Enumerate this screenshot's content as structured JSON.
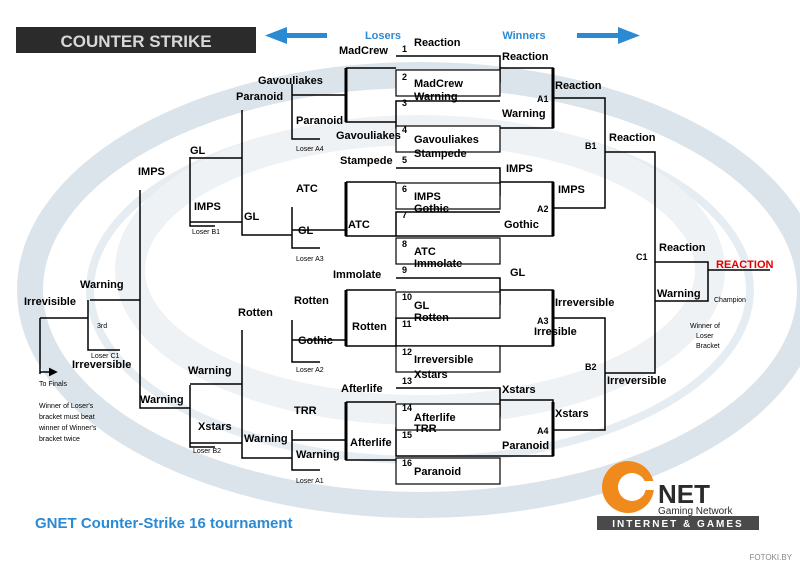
{
  "header": {
    "logo_text": "COUNTER STRIKE",
    "losers": "Losers",
    "winners": "Winners"
  },
  "colors": {
    "accent": "#2a8ad4",
    "champion": "#e00000",
    "gnet_orange": "#f08a1c",
    "logo_bg": "#2b2b2b"
  },
  "matches": {
    "m1": {
      "num": "1",
      "team": "Reaction"
    },
    "m2": {
      "num": "2",
      "team": "MadCrew"
    },
    "m3": {
      "num": "3",
      "team": "Warning"
    },
    "m4": {
      "num": "4",
      "team": "Gavouliakes"
    },
    "m5": {
      "num": "5",
      "team": "Stampede"
    },
    "m6": {
      "num": "6",
      "team": "IMPS"
    },
    "m7": {
      "num": "7",
      "team": "Gothic"
    },
    "m8": {
      "num": "8",
      "team": "ATC"
    },
    "m9": {
      "num": "9",
      "team": "Immolate"
    },
    "m10": {
      "num": "10",
      "team": "GL"
    },
    "m11": {
      "num": "11",
      "team": "Rotten"
    },
    "m12": {
      "num": "12",
      "team": "Irreversible"
    },
    "m13": {
      "num": "13",
      "team": "Xstars"
    },
    "m14": {
      "num": "14",
      "team": "Afterlife"
    },
    "m15": {
      "num": "15",
      "team": "TRR"
    },
    "m16": {
      "num": "16",
      "team": "Paranoid"
    }
  },
  "winners": {
    "r1": [
      "Reaction",
      "Warning",
      "IMPS",
      "Gothic",
      "GL",
      "Irresible",
      "Xstars",
      "Paranoid"
    ],
    "a_labels": [
      "A1",
      "A2",
      "A3",
      "A4"
    ],
    "r2": [
      "Reaction",
      "IMPS",
      "Irreversible",
      "Xstars"
    ],
    "b_labels": [
      "B1",
      "B2"
    ],
    "r3": [
      "Reaction",
      "Irreversible"
    ],
    "c_label": "C1",
    "final_top": "Reaction",
    "final_bottom": "Warning",
    "champion_name": "REACTION",
    "champion_label": "Champion",
    "winner_of_loser": "Winner of Loser Bracket"
  },
  "losers": {
    "r1_top": [
      "MadCrew",
      "Gavouliakes",
      "Stampede",
      "ATC",
      "Immolate",
      "Rotten",
      "Afterlife",
      "TRR"
    ],
    "r1_win": [
      "Paranoid",
      "GL",
      "Gothic",
      "Warning"
    ],
    "loser_a": [
      "Loser A4",
      "Loser A3",
      "Loser A2",
      "Loser A1"
    ],
    "r2_top": [
      "Gavouliakes",
      "ATC",
      "Rotten",
      "Afterlife"
    ],
    "r2_win": [
      "Paranoid",
      "GL",
      "Rotten",
      "Warning"
    ],
    "r3_top": [
      "GL",
      "Warning"
    ],
    "r3_win": [
      "IMPS",
      "Xstars"
    ],
    "loser_b": [
      "Loser B1",
      "Loser B2"
    ],
    "r4": [
      "IMPS",
      "Warning"
    ],
    "r5": "Warning",
    "loser_c": "Loser C1",
    "third": "3rd",
    "final_top": "Irrevisible",
    "final_bottom": "Irreversible",
    "to_finals": "To Finals",
    "note": [
      "Winner of Loser's",
      "bracket must beat",
      "winner of Winner's",
      "bracket twice"
    ]
  },
  "footer": {
    "title": "GNET Counter-Strike 16 tournament",
    "gnet_logo": "NET",
    "gaming_network": "Gaming Network",
    "tagline": "INTERNET & GAMES",
    "watermark": "FOTOKI.BY"
  }
}
